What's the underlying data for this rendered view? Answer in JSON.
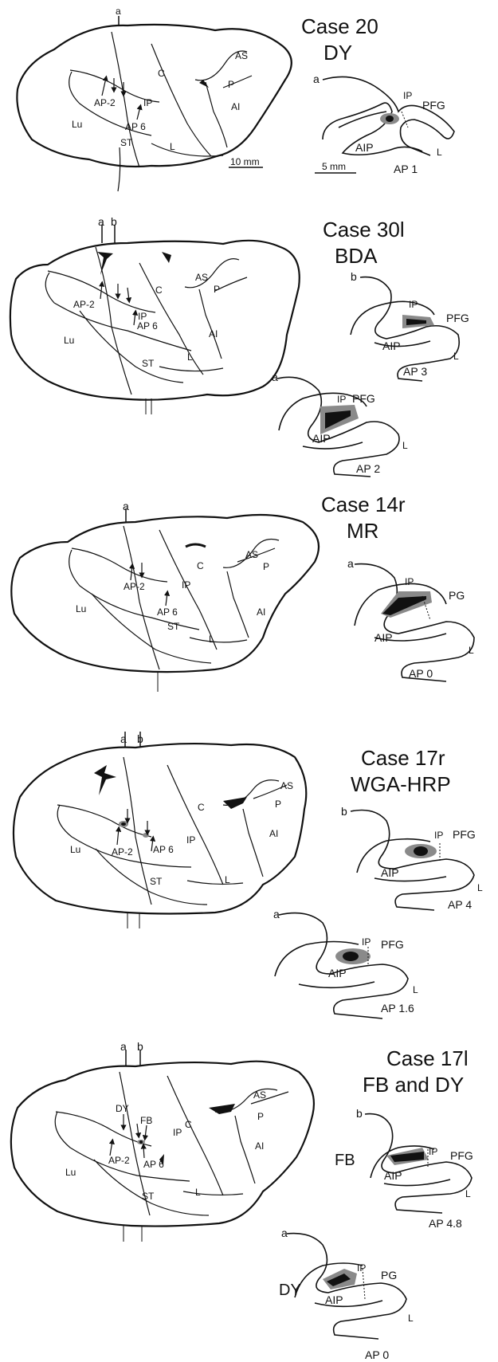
{
  "figure": {
    "panels": [
      {
        "case_title": "Case 20",
        "tracer": "DY",
        "level_markers": [
          "a"
        ],
        "brain_labels": {
          "as": "AS",
          "p": "P",
          "ai": "AI",
          "c": "C",
          "ip": "IP",
          "l": "L",
          "lu": "Lu",
          "st": "ST",
          "ap_minus2": "AP-2",
          "ap6": "AP 6"
        },
        "scale_bar": "10 mm",
        "sections": [
          {
            "marker": "a",
            "ip": "IP",
            "area": "PFG",
            "aip": "AIP",
            "l": "L",
            "ap": "AP 1",
            "scale": "5 mm"
          }
        ]
      },
      {
        "case_title": "Case 30l",
        "tracer": "BDA",
        "level_markers": [
          "a",
          "b"
        ],
        "brain_labels": {
          "as": "AS",
          "p": "P",
          "ai": "AI",
          "c": "C",
          "ip": "IP",
          "l": "L",
          "lu": "Lu",
          "st": "ST",
          "ap_minus2": "AP-2",
          "ap6": "AP 6"
        },
        "sections": [
          {
            "marker": "b",
            "ip": "IP",
            "area": "PFG",
            "aip": "AIP",
            "l": "L",
            "ap": "AP 3"
          },
          {
            "marker": "a",
            "ip": "IP",
            "area": "PFG",
            "aip": "AIP",
            "l": "L",
            "ap": "AP 2"
          }
        ]
      },
      {
        "case_title": "Case 14r",
        "tracer": "MR",
        "level_markers": [
          "a"
        ],
        "brain_labels": {
          "as": "AS",
          "p": "P",
          "ai": "AI",
          "c": "C",
          "ip": "IP",
          "l": "L",
          "lu": "Lu",
          "st": "ST",
          "ap_minus2": "AP-2",
          "ap6": "AP 6"
        },
        "sections": [
          {
            "marker": "a",
            "ip": "IP",
            "area": "PG",
            "aip": "AIP",
            "l": "L",
            "ap": "AP 0"
          }
        ]
      },
      {
        "case_title": "Case 17r",
        "tracer": "WGA-HRP",
        "level_markers": [
          "a",
          "b"
        ],
        "brain_labels": {
          "as": "AS",
          "p": "P",
          "ai": "AI",
          "c": "C",
          "ip": "IP",
          "l": "L",
          "lu": "Lu",
          "st": "ST",
          "ap_minus2": "AP-2",
          "ap6": "AP 6"
        },
        "sections": [
          {
            "marker": "b",
            "ip": "IP",
            "area": "PFG",
            "aip": "AIP",
            "l": "L",
            "ap": "AP 4"
          },
          {
            "marker": "a",
            "ip": "IP",
            "area": "PFG",
            "aip": "AIP",
            "l": "L",
            "ap": "AP 1.6"
          }
        ]
      },
      {
        "case_title": "Case 17l",
        "tracer": "FB and DY",
        "level_markers": [
          "a",
          "b"
        ],
        "injection_labels": [
          "DY",
          "FB"
        ],
        "brain_labels": {
          "as": "AS",
          "p": "P",
          "ai": "AI",
          "c": "C",
          "ip": "IP",
          "l": "L",
          "lu": "Lu",
          "st": "ST",
          "ap_minus2": "AP-2",
          "ap6": "AP 6"
        },
        "sections": [
          {
            "marker": "b",
            "tracer": "FB",
            "ip": "IP",
            "area": "PFG",
            "aip": "AIP",
            "l": "L",
            "ap": "AP 4.8"
          },
          {
            "marker": "a",
            "tracer": "DY",
            "ip": "IP",
            "area": "PG",
            "aip": "AIP",
            "l": "L",
            "ap": "AP 0"
          }
        ]
      }
    ]
  },
  "colors": {
    "line": "#111111",
    "injection_halo": "#8a8a8a",
    "injection_core": "#111111",
    "background": "#ffffff"
  }
}
